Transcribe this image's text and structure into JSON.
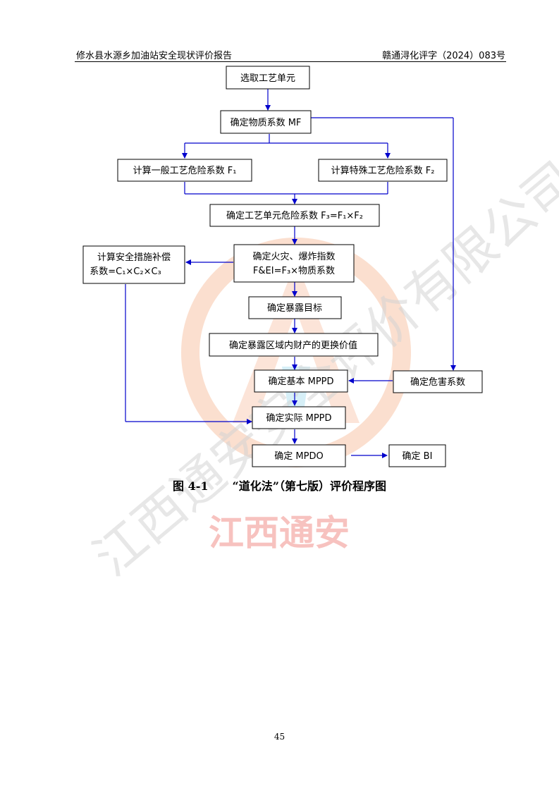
{
  "header": {
    "left": "修水县水源乡加油站安全现状评价报告",
    "right": "赣通浔化评字（2024）083号"
  },
  "flowchart": {
    "select_unit": "选取工艺单元",
    "material_factor": "确定物质系数 MF",
    "general_hazard": "计算一般工艺危险系数 F₁",
    "special_hazard": "计算特殊工艺危险系数 F₂",
    "unit_hazard": "确定工艺单元危险系数 F₃=F₁×F₂",
    "fei_line1": "确定火灾、爆炸指数",
    "fei_line2": "F&EI=F₃×物质系数",
    "safety_line1": "计算安全措施补偿",
    "safety_line2": "系数=C₁×C₂×C₃",
    "exposure_area": "确定暴露目标",
    "replacement_value": "确定暴露区域内财产的更换价值",
    "damage_factor": "确定危害系数",
    "base_mppd": "确定基本 MPPD",
    "actual_mppd": "确定实际 MPPD",
    "mpdo": "确定 MPDO",
    "bi": "确定 BI"
  },
  "caption": {
    "number": "图 4-1",
    "title": "“道化法”（第七版）评价程序图"
  },
  "page_number": "45",
  "watermark": {
    "arc_text": "江西通安安全评价有限公司",
    "bottom_text": "江西通安",
    "accent_color": "#f5a07a",
    "text_color": "#cfcfcf",
    "bottom_color": "#f7b2ae"
  },
  "colors": {
    "arrow": "#0000cc"
  }
}
